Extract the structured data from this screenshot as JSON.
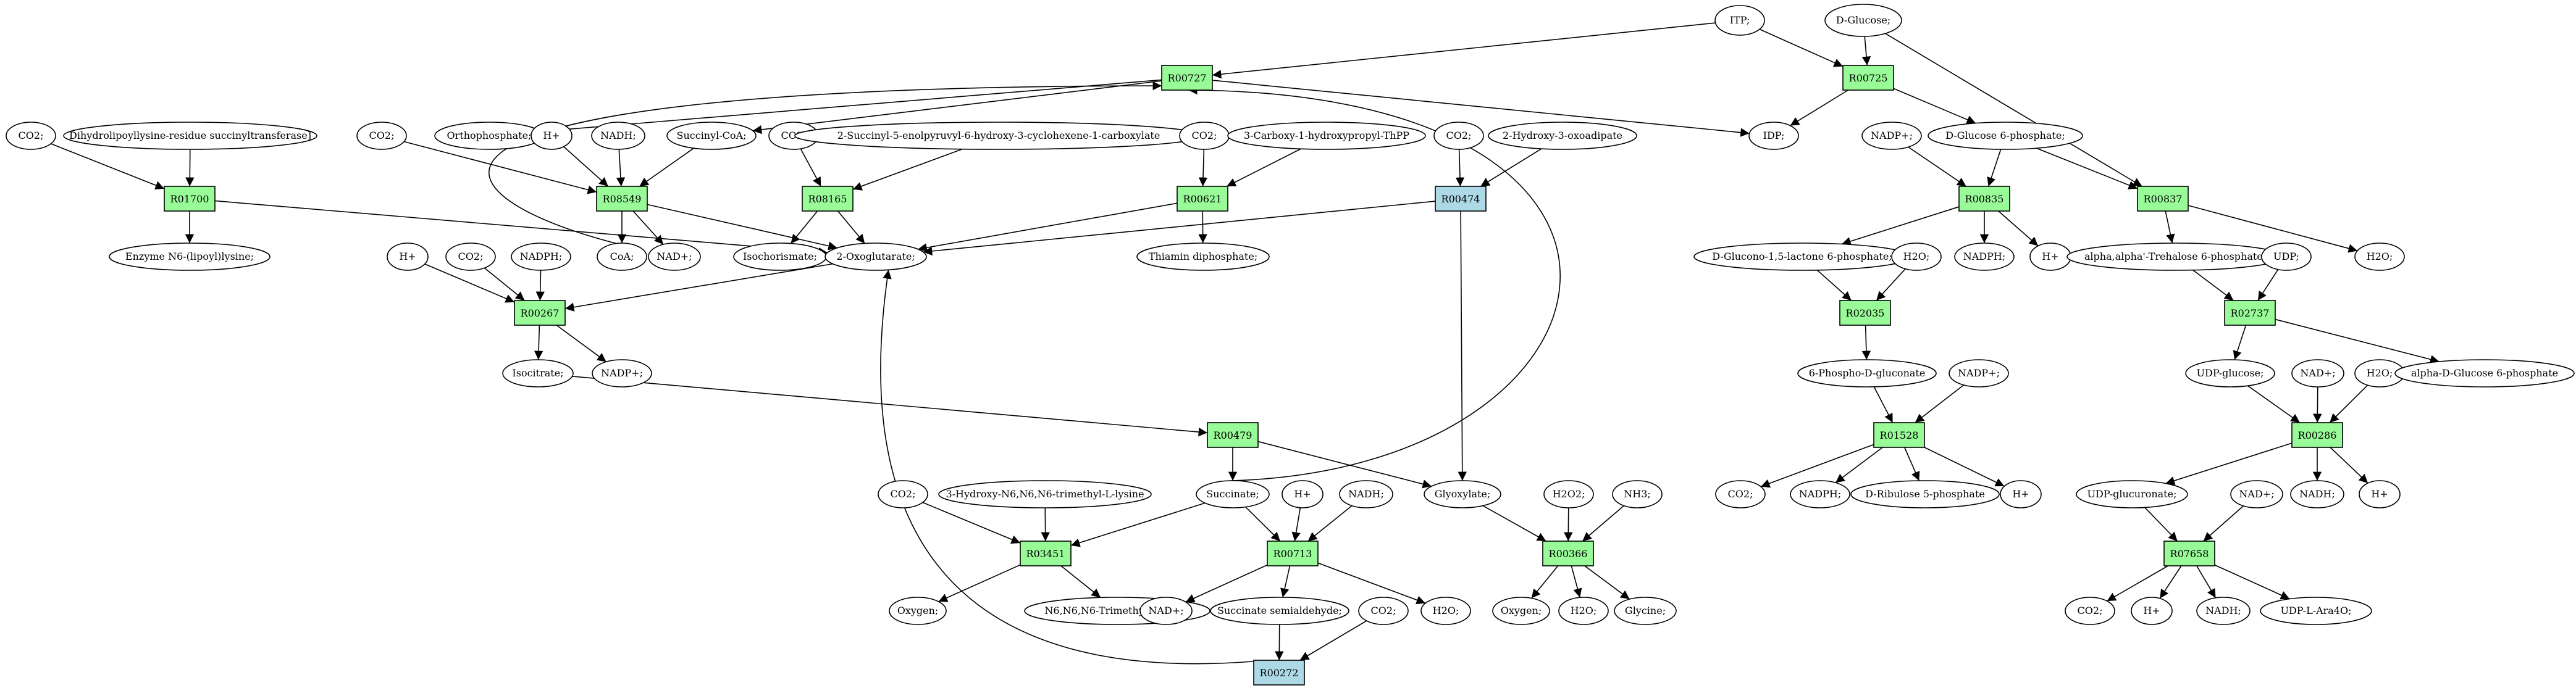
{
  "colors": {
    "reaction": "#98fb98",
    "reaction_alt": "#add8e6",
    "metabolite": "#ffffff",
    "highlight_green": "#00ff00",
    "highlight_yellow": "#ffff00",
    "stroke": "#000000"
  },
  "reactions": [
    {
      "id": "R00727",
      "label": "R00727",
      "color": "green"
    },
    {
      "id": "R00725",
      "label": "R00725",
      "color": "green"
    },
    {
      "id": "R01700",
      "label": "R01700",
      "color": "green"
    },
    {
      "id": "R08549",
      "label": "R08549",
      "color": "green"
    },
    {
      "id": "R08165",
      "label": "R08165",
      "color": "green"
    },
    {
      "id": "R00621",
      "label": "R00621",
      "color": "green"
    },
    {
      "id": "R00474",
      "label": "R00474",
      "color": "blue"
    },
    {
      "id": "R00835",
      "label": "R00835",
      "color": "green"
    },
    {
      "id": "R00837",
      "label": "R00837",
      "color": "green"
    },
    {
      "id": "R00267",
      "label": "R00267",
      "color": "green"
    },
    {
      "id": "R02035",
      "label": "R02035",
      "color": "green"
    },
    {
      "id": "R02737",
      "label": "R02737",
      "color": "green"
    },
    {
      "id": "R00479",
      "label": "R00479",
      "color": "green"
    },
    {
      "id": "R01528",
      "label": "R01528",
      "color": "green"
    },
    {
      "id": "R00286",
      "label": "R00286",
      "color": "green"
    },
    {
      "id": "R03451",
      "label": "R03451",
      "color": "green"
    },
    {
      "id": "R00713",
      "label": "R00713",
      "color": "green"
    },
    {
      "id": "R00366",
      "label": "R00366",
      "color": "green"
    },
    {
      "id": "R07658",
      "label": "R07658",
      "color": "green"
    },
    {
      "id": "R00272",
      "label": "R00272",
      "color": "blue"
    }
  ],
  "metabolites": [
    {
      "id": "itp",
      "label": "ITP;",
      "fill": "white"
    },
    {
      "id": "dglucose",
      "label": "D-Glucose;",
      "fill": "green"
    },
    {
      "id": "co2_a",
      "label": "CO2;",
      "fill": "white"
    },
    {
      "id": "dhlst",
      "label": "Dihydrolipoyllysine-residue succinyltransferase]",
      "fill": "white"
    },
    {
      "id": "co2_b",
      "label": "CO2;",
      "fill": "white"
    },
    {
      "id": "orthophos",
      "label": "Orthophosphate;",
      "fill": "white"
    },
    {
      "id": "hplus_a",
      "label": "H+",
      "fill": "white"
    },
    {
      "id": "nadh_a",
      "label": "NADH;",
      "fill": "white"
    },
    {
      "id": "succoa",
      "label": "Succinyl-CoA;",
      "fill": "white"
    },
    {
      "id": "co2_c",
      "label": "CO2;",
      "fill": "white"
    },
    {
      "id": "sephchc",
      "label": "2-Succinyl-5-enolpyruvyl-6-hydroxy-3-cyclohexene-1-carboxylate",
      "fill": "white"
    },
    {
      "id": "co2_d",
      "label": "CO2;",
      "fill": "white"
    },
    {
      "id": "cpthpp",
      "label": "3-Carboxy-1-hydroxypropyl-ThPP",
      "fill": "white"
    },
    {
      "id": "co2_e",
      "label": "CO2;",
      "fill": "white"
    },
    {
      "id": "hoxo",
      "label": "2-Hydroxy-3-oxoadipate",
      "fill": "white"
    },
    {
      "id": "idp",
      "label": "IDP;",
      "fill": "white"
    },
    {
      "id": "nadp_a",
      "label": "NADP+;",
      "fill": "white"
    },
    {
      "id": "g6p",
      "label": "D-Glucose 6-phosphate;",
      "fill": "white"
    },
    {
      "id": "enzyme",
      "label": "Enzyme N6-(lipoyl)lysine;",
      "fill": "white"
    },
    {
      "id": "coa",
      "label": "CoA;",
      "fill": "white"
    },
    {
      "id": "nad_a",
      "label": "NAD+;",
      "fill": "white"
    },
    {
      "id": "isochor",
      "label": "Isochorismate;",
      "fill": "white"
    },
    {
      "id": "oxoglut",
      "label": "2-Oxoglutarate;",
      "fill": "white"
    },
    {
      "id": "thiamin",
      "label": "Thiamin diphosphate;",
      "fill": "white"
    },
    {
      "id": "hplus_b",
      "label": "H+",
      "fill": "white"
    },
    {
      "id": "co2_f",
      "label": "CO2;",
      "fill": "white"
    },
    {
      "id": "nadph_a",
      "label": "NADPH;",
      "fill": "white"
    },
    {
      "id": "gl6p",
      "label": "D-Glucono-1,5-lactone 6-phosphate;",
      "fill": "white"
    },
    {
      "id": "h2o_a",
      "label": "H2O;",
      "fill": "white"
    },
    {
      "id": "nadph_b",
      "label": "NADPH;",
      "fill": "white"
    },
    {
      "id": "hplus_c",
      "label": "H+",
      "fill": "white"
    },
    {
      "id": "trehalose",
      "label": "alpha,alpha'-Trehalose 6-phosphate;",
      "fill": "white"
    },
    {
      "id": "udp",
      "label": "UDP;",
      "fill": "white"
    },
    {
      "id": "h2o_b",
      "label": "H2O;",
      "fill": "white"
    },
    {
      "id": "isocitrate",
      "label": "Isocitrate;",
      "fill": "white"
    },
    {
      "id": "nadp_b",
      "label": "NADP+;",
      "fill": "white"
    },
    {
      "id": "pgluconate",
      "label": "6-Phospho-D-gluconate",
      "fill": "white"
    },
    {
      "id": "nadp_c",
      "label": "NADP+;",
      "fill": "white"
    },
    {
      "id": "udpglucose",
      "label": "UDP-glucose;",
      "fill": "white"
    },
    {
      "id": "nad_b",
      "label": "NAD+;",
      "fill": "white"
    },
    {
      "id": "h2o_c",
      "label": "H2O;",
      "fill": "white"
    },
    {
      "id": "ag1p",
      "label": "alpha-D-Glucose 6-phosphate",
      "fill": "white"
    },
    {
      "id": "succinate",
      "label": "Succinate;",
      "fill": "white"
    },
    {
      "id": "glyoxylate",
      "label": "Glyoxylate;",
      "fill": "white"
    },
    {
      "id": "co2_g",
      "label": "CO2;",
      "fill": "white"
    },
    {
      "id": "html",
      "label": "3-Hydroxy-N6,N6,N6-trimethyl-L-lysine",
      "fill": "white"
    },
    {
      "id": "hplus_d",
      "label": "H+",
      "fill": "white"
    },
    {
      "id": "nadh_b",
      "label": "NADH;",
      "fill": "white"
    },
    {
      "id": "h2o2",
      "label": "H2O2;",
      "fill": "white"
    },
    {
      "id": "nh3",
      "label": "NH3;",
      "fill": "white"
    },
    {
      "id": "co2_h",
      "label": "CO2;",
      "fill": "white"
    },
    {
      "id": "nadph_c",
      "label": "NADPH;",
      "fill": "white"
    },
    {
      "id": "ribulose",
      "label": "D-Ribulose 5-phosphate",
      "fill": "white"
    },
    {
      "id": "hplus_e",
      "label": "H+",
      "fill": "white"
    },
    {
      "id": "udpgluc",
      "label": "UDP-glucuronate;",
      "fill": "white"
    },
    {
      "id": "nadh_c",
      "label": "NADH;",
      "fill": "white"
    },
    {
      "id": "hplus_f",
      "label": "H+",
      "fill": "white"
    },
    {
      "id": "oxygen_a",
      "label": "Oxygen;",
      "fill": "white"
    },
    {
      "id": "tml",
      "label": "N6,N6,N6-Trimethyl-L-lysine",
      "fill": "white"
    },
    {
      "id": "nad_c",
      "label": "NAD+;",
      "fill": "white"
    },
    {
      "id": "ssa",
      "label": "Succinate semialdehyde;",
      "fill": "white"
    },
    {
      "id": "co2_i",
      "label": "CO2;",
      "fill": "white"
    },
    {
      "id": "h2o_d",
      "label": "H2O;",
      "fill": "white"
    },
    {
      "id": "oxygen_b",
      "label": "Oxygen;",
      "fill": "white"
    },
    {
      "id": "h2o_e",
      "label": "H2O;",
      "fill": "white"
    },
    {
      "id": "glycine",
      "label": "Glycine;",
      "fill": "yellow"
    },
    {
      "id": "nad_d",
      "label": "NAD+;",
      "fill": "white"
    },
    {
      "id": "co2_j",
      "label": "CO2;",
      "fill": "white"
    },
    {
      "id": "hplus_g",
      "label": "H+",
      "fill": "white"
    },
    {
      "id": "nadh_d",
      "label": "NADH;",
      "fill": "white"
    },
    {
      "id": "udpara",
      "label": "UDP-L-Ara4O;",
      "fill": "white"
    }
  ],
  "edges": [
    [
      "itp",
      "R00727"
    ],
    [
      "itp",
      "R00725"
    ],
    [
      "dglucose",
      "R00725"
    ],
    [
      "dglucose",
      "R00837"
    ],
    [
      "R00727",
      "orthophos"
    ],
    [
      "R00727",
      "succoa"
    ],
    [
      "R00727",
      "idp"
    ],
    [
      "coa",
      "R00727"
    ],
    [
      "succinate",
      "R00727"
    ],
    [
      "R00725",
      "idp"
    ],
    [
      "R00725",
      "g6p"
    ],
    [
      "co2_a",
      "R01700"
    ],
    [
      "dhlst",
      "R01700"
    ],
    [
      "R01700",
      "enzyme"
    ],
    [
      "R01700",
      "oxoglut"
    ],
    [
      "co2_b",
      "R08549"
    ],
    [
      "hplus_a",
      "R08549"
    ],
    [
      "nadh_a",
      "R08549"
    ],
    [
      "succoa",
      "R08549"
    ],
    [
      "R08549",
      "coa"
    ],
    [
      "R08549",
      "nad_a"
    ],
    [
      "R08549",
      "oxoglut"
    ],
    [
      "co2_c",
      "R08165"
    ],
    [
      "sephchc",
      "R08165"
    ],
    [
      "R08165",
      "isochor"
    ],
    [
      "R08165",
      "oxoglut"
    ],
    [
      "co2_d",
      "R00621"
    ],
    [
      "cpthpp",
      "R00621"
    ],
    [
      "R00621",
      "thiamin"
    ],
    [
      "R00621",
      "oxoglut"
    ],
    [
      "co2_e",
      "R00474"
    ],
    [
      "hoxo",
      "R00474"
    ],
    [
      "R00474",
      "oxoglut"
    ],
    [
      "R00474",
      "glyoxylate"
    ],
    [
      "nadp_a",
      "R00835"
    ],
    [
      "g6p",
      "R00835"
    ],
    [
      "R00835",
      "gl6p"
    ],
    [
      "R00835",
      "nadph_b"
    ],
    [
      "R00835",
      "hplus_c"
    ],
    [
      "g6p",
      "R00837"
    ],
    [
      "R00837",
      "trehalose"
    ],
    [
      "R00837",
      "h2o_b"
    ],
    [
      "hplus_b",
      "R00267"
    ],
    [
      "co2_f",
      "R00267"
    ],
    [
      "nadph_a",
      "R00267"
    ],
    [
      "oxoglut",
      "R00267"
    ],
    [
      "R00267",
      "isocitrate"
    ],
    [
      "R00267",
      "nadp_b"
    ],
    [
      "gl6p",
      "R02035"
    ],
    [
      "h2o_a",
      "R02035"
    ],
    [
      "R02035",
      "pgluconate"
    ],
    [
      "trehalose",
      "R02737"
    ],
    [
      "udp",
      "R02737"
    ],
    [
      "R02737",
      "udpglucose"
    ],
    [
      "R02737",
      "ag1p"
    ],
    [
      "isocitrate",
      "R00479"
    ],
    [
      "R00479",
      "succinate"
    ],
    [
      "R00479",
      "glyoxylate"
    ],
    [
      "pgluconate",
      "R01528"
    ],
    [
      "nadp_c",
      "R01528"
    ],
    [
      "R01528",
      "co2_h"
    ],
    [
      "R01528",
      "nadph_c"
    ],
    [
      "R01528",
      "ribulose"
    ],
    [
      "R01528",
      "hplus_e"
    ],
    [
      "udpglucose",
      "R00286"
    ],
    [
      "nad_b",
      "R00286"
    ],
    [
      "h2o_c",
      "R00286"
    ],
    [
      "R00286",
      "udpgluc"
    ],
    [
      "R00286",
      "nadh_c"
    ],
    [
      "R00286",
      "hplus_f"
    ],
    [
      "co2_g",
      "R03451"
    ],
    [
      "html",
      "R03451"
    ],
    [
      "succinate",
      "R03451"
    ],
    [
      "R03451",
      "oxygen_a"
    ],
    [
      "R03451",
      "tml"
    ],
    [
      "succinate",
      "R00713"
    ],
    [
      "hplus_d",
      "R00713"
    ],
    [
      "nadh_b",
      "R00713"
    ],
    [
      "R00713",
      "nad_c"
    ],
    [
      "R00713",
      "ssa"
    ],
    [
      "R00713",
      "h2o_d"
    ],
    [
      "glyoxylate",
      "R00366"
    ],
    [
      "h2o2",
      "R00366"
    ],
    [
      "nh3",
      "R00366"
    ],
    [
      "R00366",
      "oxygen_b"
    ],
    [
      "R00366",
      "h2o_e"
    ],
    [
      "R00366",
      "glycine"
    ],
    [
      "udpgluc",
      "R07658"
    ],
    [
      "nad_d",
      "R07658"
    ],
    [
      "R07658",
      "co2_j"
    ],
    [
      "R07658",
      "hplus_g"
    ],
    [
      "R07658",
      "nadh_d"
    ],
    [
      "R07658",
      "udpara"
    ],
    [
      "ssa",
      "R00272"
    ],
    [
      "co2_i",
      "R00272"
    ],
    [
      "R00272",
      "oxoglut"
    ]
  ]
}
